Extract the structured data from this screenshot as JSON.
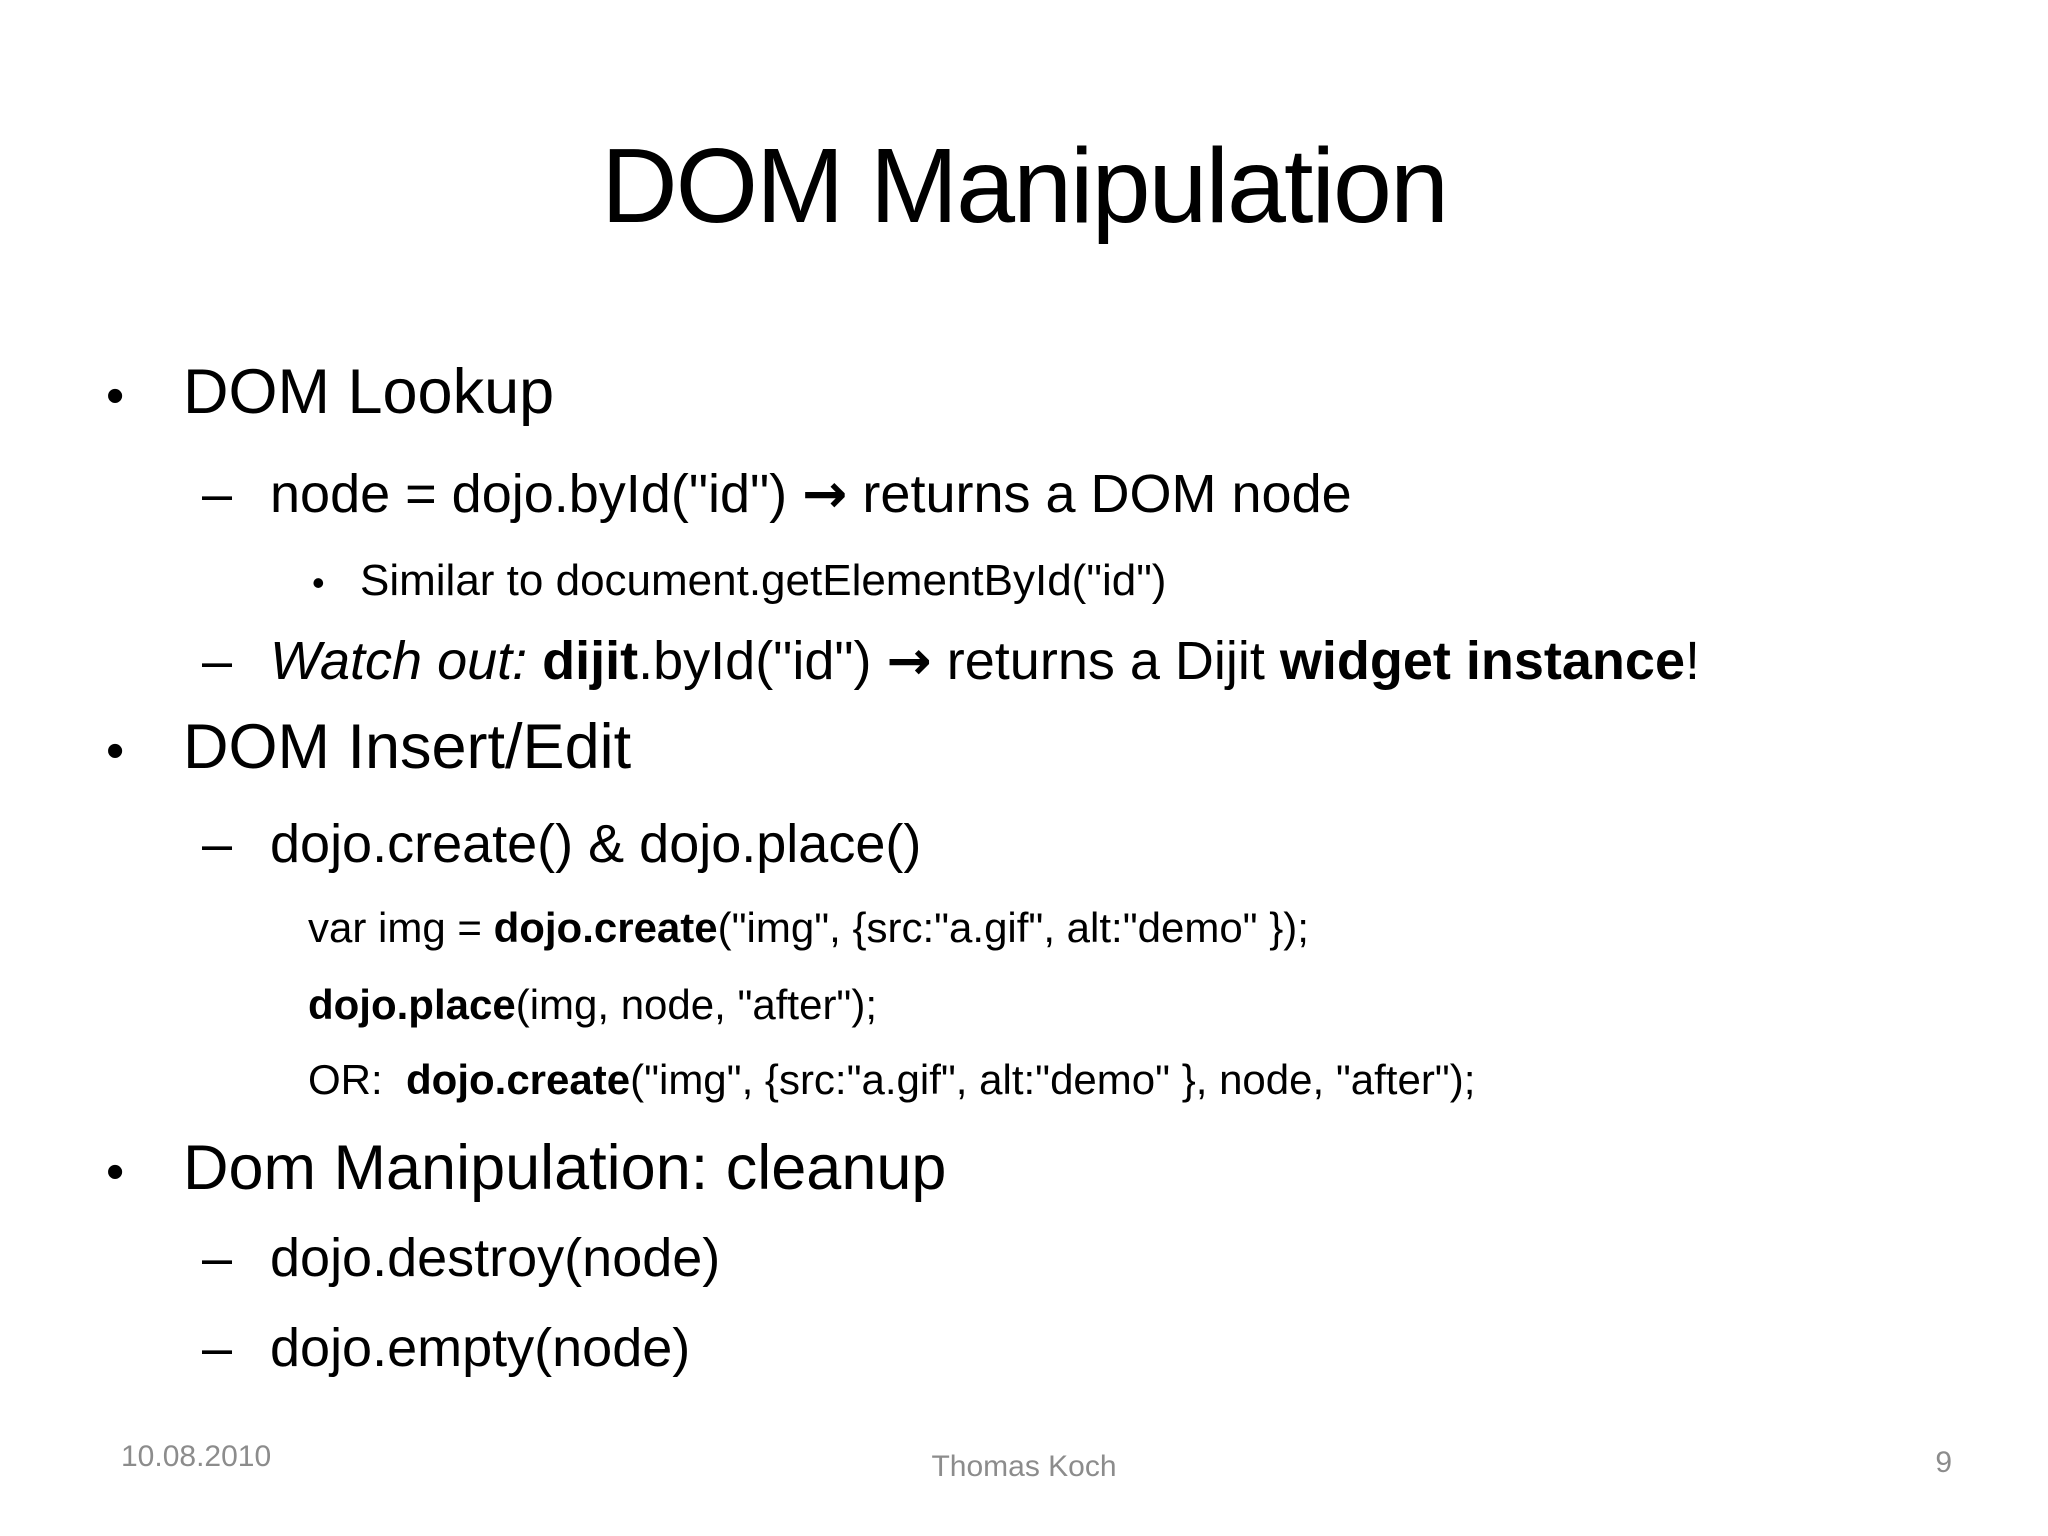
{
  "title": "DOM Manipulation",
  "bullets": {
    "level1": "•",
    "level2": "–",
    "level3": "•"
  },
  "content": {
    "l1_lookup": "DOM Lookup",
    "l2_node": {
      "pre": "node = dojo.byId(\"id\") ",
      "arrow": "→",
      "post": " returns a DOM node"
    },
    "l3_similar": "Similar to document.getElementById(\"id\")",
    "l2_watch": {
      "italic": "Watch out: ",
      "bold1": "dijit",
      "mid": ".byId(\"id\") ",
      "arrow": "→",
      "mid2": " returns a Dijit ",
      "bold2": "widget instance",
      "end": "!"
    },
    "l1_insert": "DOM Insert/Edit",
    "l2_create": "dojo.create() & dojo.place()",
    "code1": {
      "pre": "var img = ",
      "bold": "dojo.create",
      "post": "(\"img\", {src:\"a.gif\", alt:\"demo\" });"
    },
    "code2": {
      "bold": "dojo.place",
      "post": "(img, node, \"after\");"
    },
    "code3": {
      "pre": "OR:  ",
      "bold": "dojo.create",
      "post": "(\"img\", {src:\"a.gif\", alt:\"demo\" }, node, \"after\");"
    },
    "l1_cleanup": "Dom Manipulation: cleanup",
    "l2_destroy": "dojo.destroy(node)",
    "l2_empty": "dojo.empty(node)"
  },
  "footer": {
    "date": "10.08.2010",
    "author": "Thomas Koch",
    "page": "9"
  }
}
